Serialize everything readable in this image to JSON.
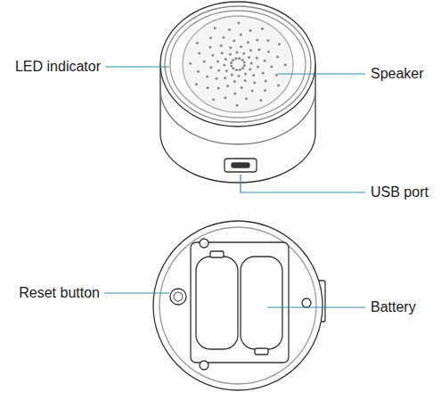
{
  "diagram": {
    "labels": [
      "LED indicator",
      "Speaker",
      "USB port",
      "Reset button",
      "Battery"
    ]
  }
}
